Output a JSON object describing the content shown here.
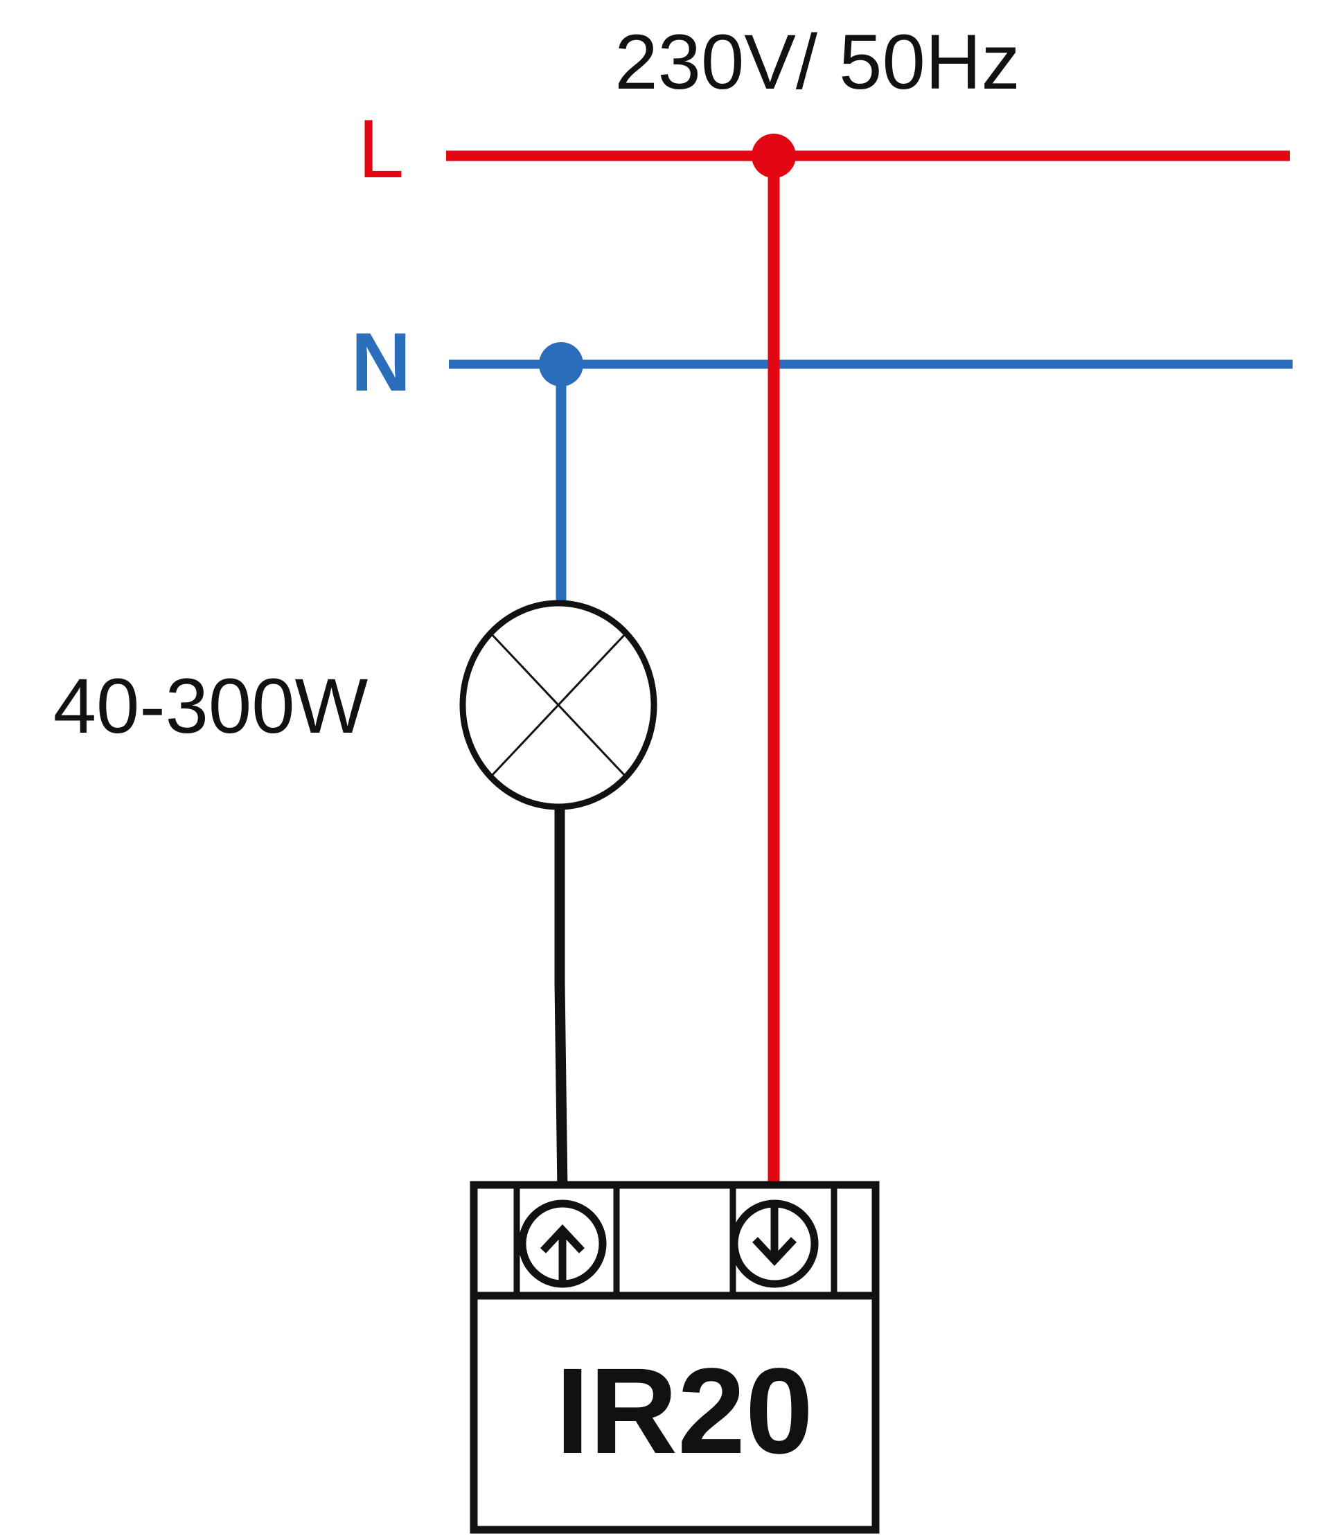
{
  "supply": {
    "label": "230V/ 50Hz"
  },
  "conductors": {
    "live": {
      "label": "L",
      "color": "#e30613"
    },
    "neutral": {
      "label": "N",
      "color": "#2a6ebb"
    },
    "switched": {
      "color": "#111111"
    }
  },
  "lamp": {
    "rating": "40-300W"
  },
  "device": {
    "name": "IR20"
  },
  "terminals": {
    "load_symbol": "up-arrow-icon",
    "supply_symbol": "down-arrow-icon"
  }
}
